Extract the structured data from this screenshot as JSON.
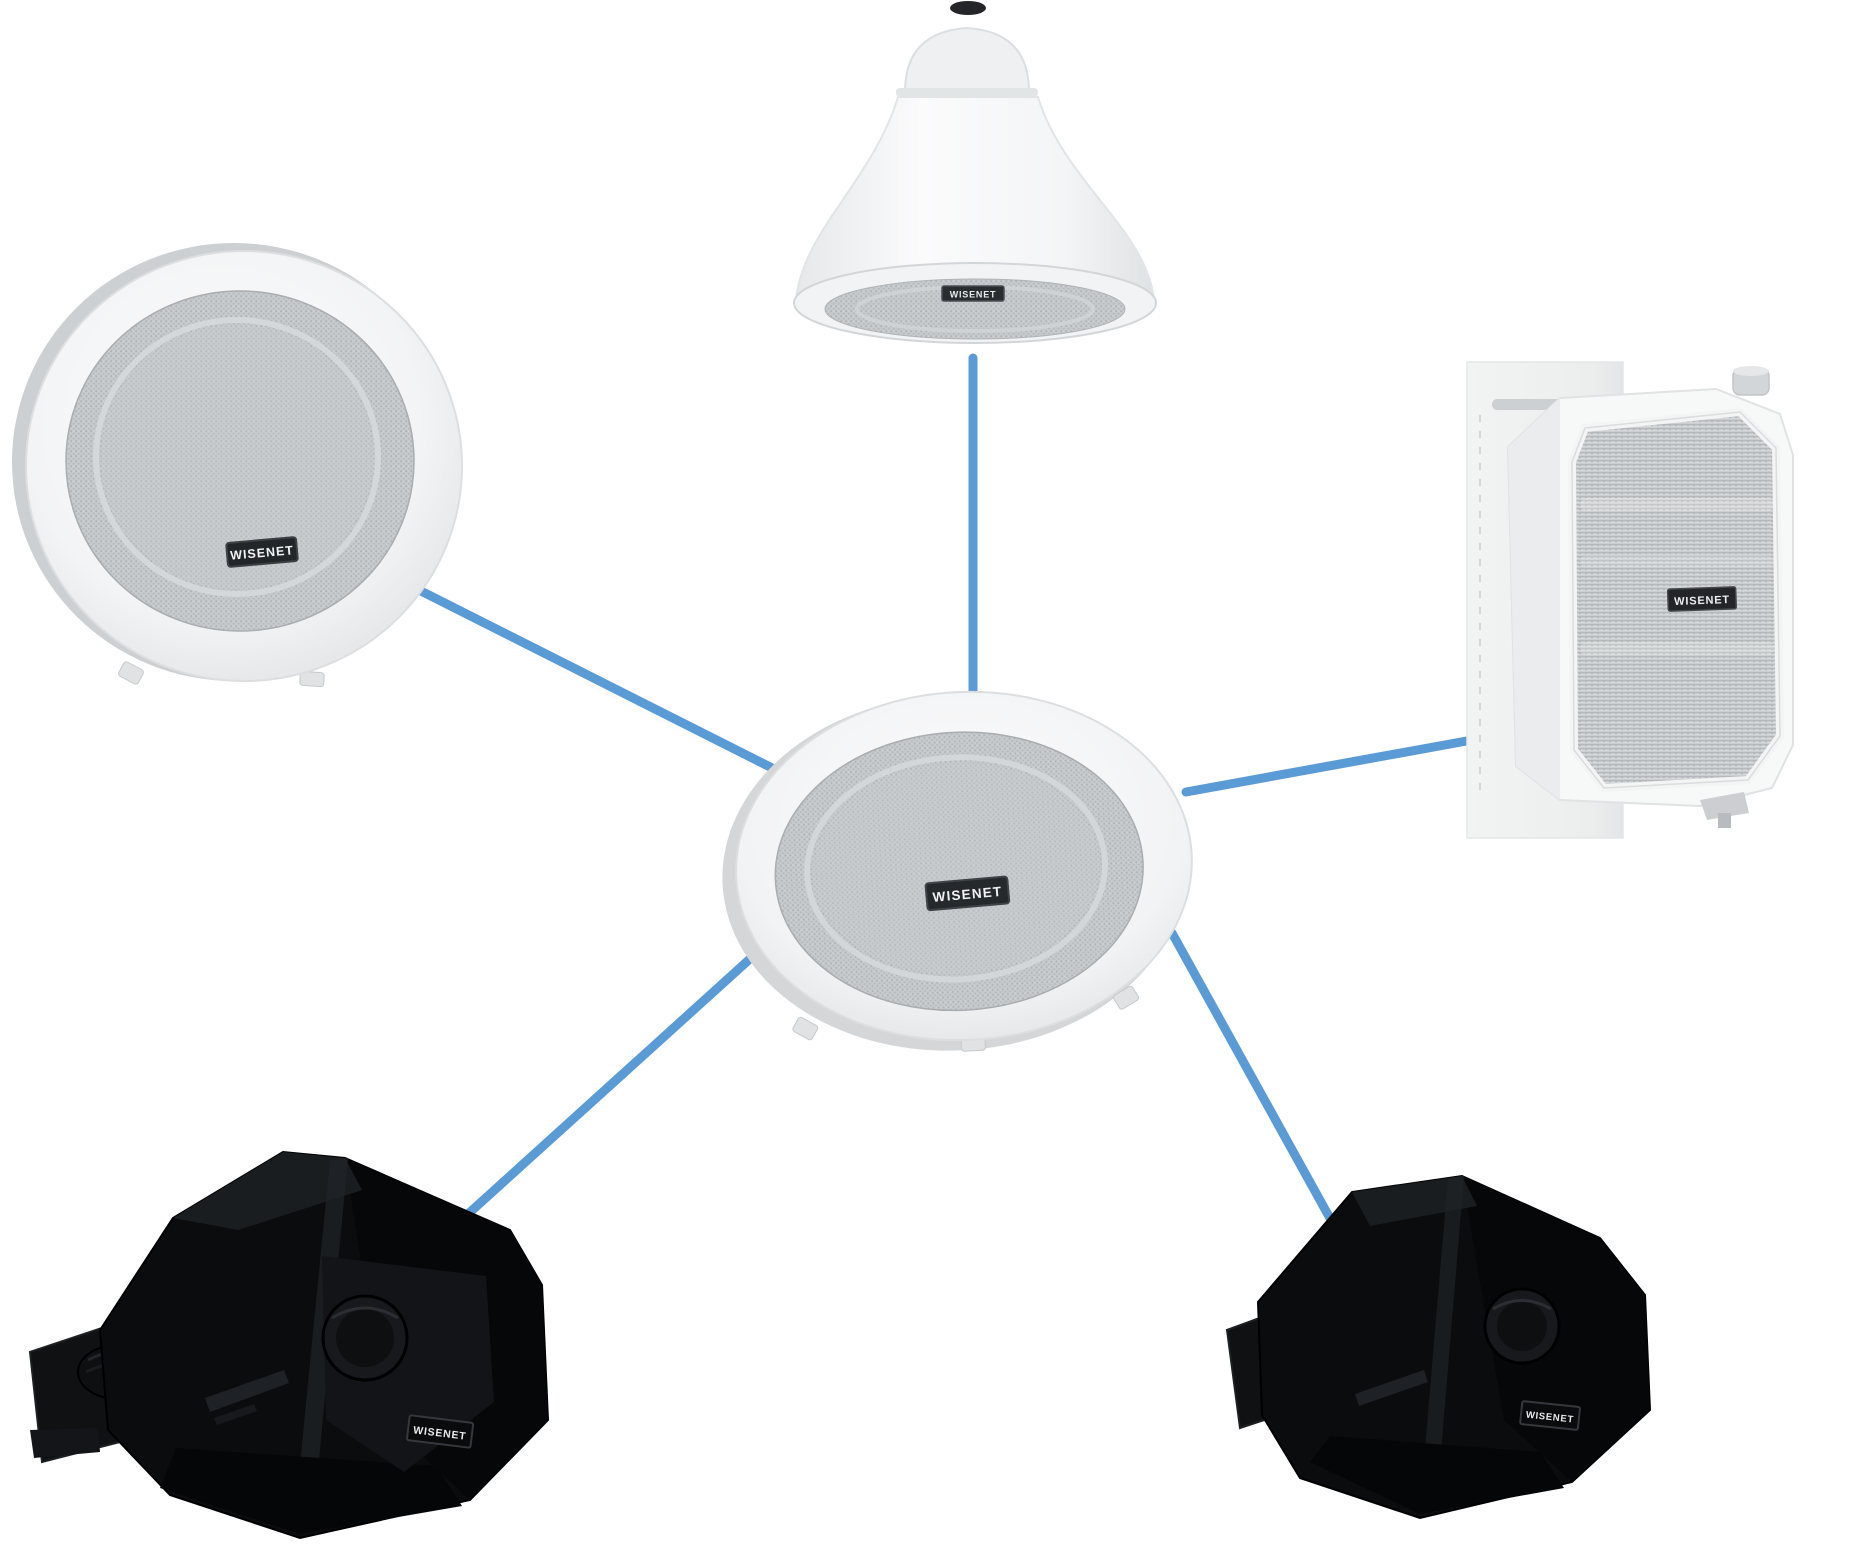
{
  "diagram": {
    "description": "Speaker product network diagram: central in-ceiling speaker connected to five other speakers with blue lines",
    "background_color": "#ffffff",
    "line_color": "#5B9BD5",
    "brand": "WISENET",
    "nodes": [
      {
        "id": "ceiling-speaker-top-left",
        "type": "in-ceiling-speaker",
        "badge": "WISENET"
      },
      {
        "id": "pendant-speaker-top",
        "type": "pendant-speaker",
        "badge": "WISENET"
      },
      {
        "id": "wall-speaker-right",
        "type": "wall-mount-speaker",
        "badge": "WISENET"
      },
      {
        "id": "ceiling-speaker-center",
        "type": "in-ceiling-speaker-hub",
        "badge": "WISENET"
      },
      {
        "id": "horn-speaker-bottom-left",
        "type": "horn-speaker",
        "badge": "WISENET"
      },
      {
        "id": "horn-speaker-bottom-right",
        "type": "horn-speaker",
        "badge": "WISENET"
      }
    ],
    "connections": [
      {
        "from": "ceiling-speaker-center",
        "to": "ceiling-speaker-top-left"
      },
      {
        "from": "ceiling-speaker-center",
        "to": "pendant-speaker-top"
      },
      {
        "from": "ceiling-speaker-center",
        "to": "wall-speaker-right"
      },
      {
        "from": "ceiling-speaker-center",
        "to": "horn-speaker-bottom-left"
      },
      {
        "from": "ceiling-speaker-center",
        "to": "horn-speaker-bottom-right"
      }
    ]
  }
}
